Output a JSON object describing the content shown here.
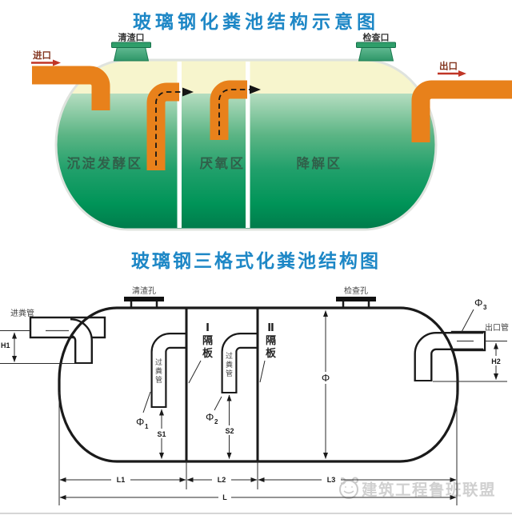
{
  "titles": {
    "top": "玻璃钢化粪池结构示意图",
    "bottom": "玻璃钢三格式化粪池结构图"
  },
  "top": {
    "labels": {
      "inlet": "进口",
      "outlet": "出口",
      "clean_port": "清渣口",
      "inspection_port": "检查口",
      "zone_settling": "沉淀发酵区",
      "zone_anaerobic": "厌氧区",
      "zone_degradation": "降解区"
    },
    "colors": {
      "title_blue": "#1d87c6",
      "pipe_orange": "#e8811b",
      "tank_cream": "#f7f5cd",
      "tank_green_light": "#b5ddc0",
      "tank_green_dark": "#00794a",
      "cap_green": "#2f9e6a",
      "arrow_red": "#c03526",
      "zone_text": "#30604a"
    }
  },
  "bottom": {
    "labels": {
      "inlet_pipe": "进粪管",
      "clean_hole": "清渣孔",
      "inspection_hole": "检查孔",
      "outlet_pipe": "出口管",
      "baffle_1": "Ⅰ隔板",
      "baffle_2": "Ⅱ隔板",
      "pass_pipe_1": "过粪管",
      "pass_pipe_2": "过粪管"
    },
    "dims": {
      "h1": "H1",
      "h2": "H2",
      "s1": "S1",
      "s2": "S2",
      "l1": "L1",
      "l2": "L2",
      "l3": "L3",
      "l_total": "L",
      "phi": "Φ",
      "phi_1": "Φ",
      "phi_2": "Φ",
      "phi_3": "Φ",
      "phi_sub_1": "1",
      "phi_sub_2": "2",
      "phi_sub_3": "3"
    }
  },
  "watermark": {
    "text": "建筑工程鲁班联盟"
  }
}
